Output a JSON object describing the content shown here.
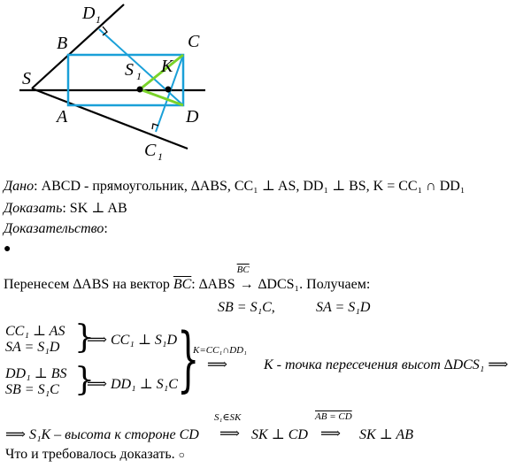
{
  "figure": {
    "labels": {
      "S": "S",
      "A": "A",
      "B": "B",
      "C": "C",
      "D": "D",
      "K": "K",
      "S1": "S",
      "S1_sub": "1",
      "C1": "C",
      "C1_sub": "1",
      "D1": "D",
      "D1_sub": "1"
    },
    "colors": {
      "rect": "#1aa0d8",
      "ray": "#000000",
      "green": "#7ad32a"
    }
  },
  "given": {
    "label": "Дано",
    "text": ": ABCD - прямоугольник, ∆ABS, CC₁ ⊥ AS, DD₁ ⊥ BS, K = CC₁ ∩ DD₁"
  },
  "prove": {
    "label": "Доказать",
    "text": ": SK ⊥ AB"
  },
  "proof": {
    "label": "Доказательство",
    "text": ":"
  },
  "bullet": "●",
  "step1": {
    "text": "Перенесем ∆ABS на вектор ",
    "vec": "BC",
    "colon_tri": ": ∆ABS ",
    "arrow_label": "BC",
    "arrow": "→",
    "result": " ∆DCS₁. Получаем:"
  },
  "vectors_eq": {
    "left": "SB = S₁C,",
    "right": "SA = S₁D"
  },
  "system1": {
    "line1": "CC₁ ⊥ AS",
    "line2": "SA = S₁D",
    "concl": "⟹ CC₁ ⊥ S₁D"
  },
  "system2": {
    "line1": "DD₁ ⊥ BS",
    "line2": "SB = S₁C",
    "concl": "⟹ DD₁ ⊥ S₁C"
  },
  "k_cond": "K=CC₁∩DD₁",
  "k_arrow": "⟹",
  "k_text": "K - точка пересечения высот ∆DCS₁ ⟹",
  "step_last": {
    "start": "⟹ S₁K – высота к стороне CD",
    "cond1": "S₁∈SK",
    "arrow1": "⟹",
    "mid": "SK ⊥ CD",
    "cond2": "AB = CD",
    "arrow2": "⟹",
    "end": "SK ⊥ AB"
  },
  "qed": "Что и требовалось доказать.",
  "qed_mark": "○"
}
